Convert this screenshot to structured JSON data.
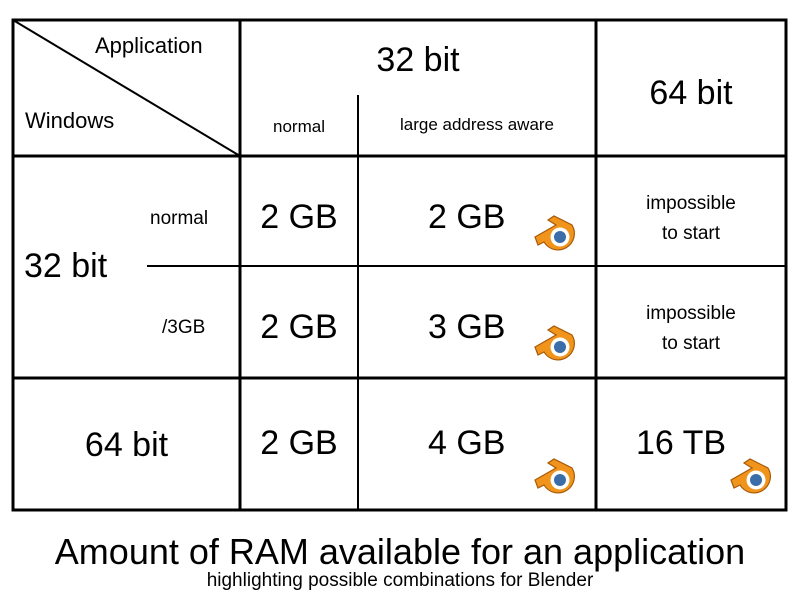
{
  "header": {
    "application_label": "Application",
    "windows_label": "Windows",
    "col_32bit": "32 bit",
    "col_32bit_normal": "normal",
    "col_32bit_laa": "large address aware",
    "col_64bit": "64 bit"
  },
  "rows": {
    "win32_label": "32 bit",
    "win32_normal_label": "normal",
    "win32_3gb_label": "/3GB",
    "win64_label": "64 bit"
  },
  "cells": {
    "r1_normal": "2 GB",
    "r1_laa": "2 GB",
    "r1_64": "impossible\nto start",
    "r2_normal": "2 GB",
    "r2_laa": "3 GB",
    "r2_64": "impossible\nto start",
    "r3_normal": "2 GB",
    "r3_laa": "4 GB",
    "r3_64": "16 TB"
  },
  "caption": {
    "title": "Amount of RAM available for an application",
    "subtitle": "highlighting possible combinations for Blender"
  },
  "icons": [
    "blender-logo-icon"
  ],
  "colors": {
    "logo_orange": "#f0941c",
    "logo_blue": "#3b6ea8",
    "grid": "#000000"
  }
}
